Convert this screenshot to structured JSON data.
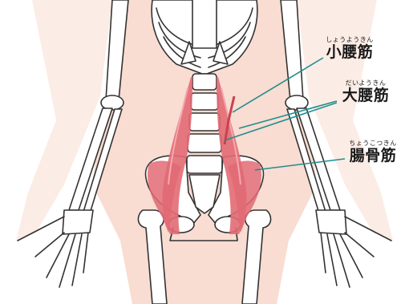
{
  "labels": [
    {
      "id": "psoas-minor",
      "ruby": "しょうようきん",
      "name": "小腰筋"
    },
    {
      "id": "psoas-major",
      "ruby": "だいようきん",
      "name": "大腰筋"
    },
    {
      "id": "iliacus",
      "ruby": "ちょうこつきん",
      "name": "腸骨筋"
    }
  ],
  "colors": {
    "body_silhouette": "#f9dcd2",
    "bone_fill": "#ffffff",
    "bone_outline": "#333333",
    "muscle": "#e26a74",
    "muscle_highlight": "#f3a9ae",
    "leader_line": "#1f8e8e",
    "text": "#1a1a1a"
  }
}
